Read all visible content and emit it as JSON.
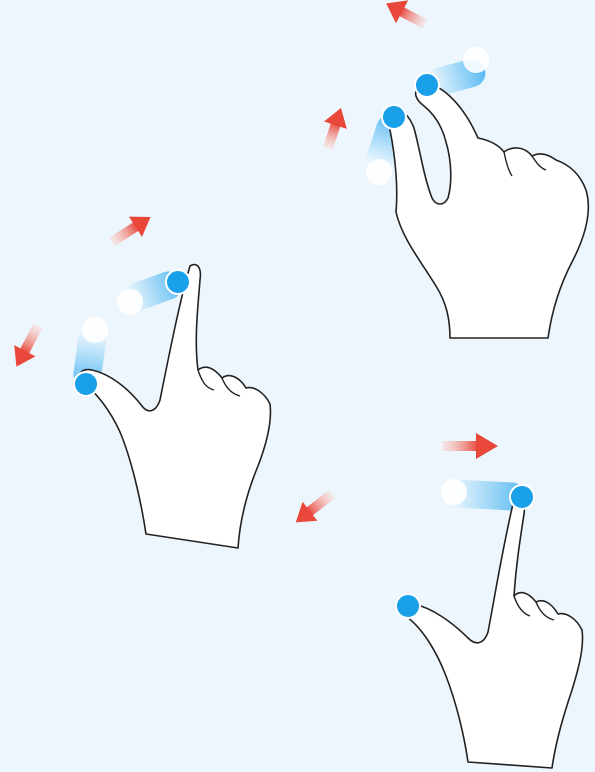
{
  "colors": {
    "background": "#eef6fd",
    "hand_fill": "#ffffff",
    "hand_stroke": "#222222",
    "touch_point": "#1aa0e8",
    "trail_start": "#5fc0f2",
    "arrow_start": "#e8473a",
    "arrow_end": "#f7b3a8"
  },
  "gestures": [
    {
      "name": "pinch-in",
      "fingers": 2,
      "arrow_count": 2
    },
    {
      "name": "spread-out",
      "fingers": 2,
      "arrow_count": 3
    },
    {
      "name": "two-finger-swipe",
      "fingers": 2,
      "arrow_count": 1
    }
  ]
}
